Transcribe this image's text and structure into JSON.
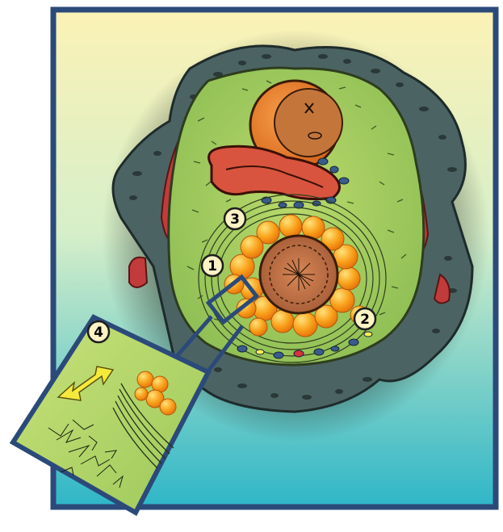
{
  "figure": {
    "kind": "histology cross-section illustration",
    "markers": [
      {
        "id": "marker-1",
        "label": "1"
      },
      {
        "id": "marker-2",
        "label": "2"
      },
      {
        "id": "marker-3",
        "label": "3"
      },
      {
        "id": "marker-4",
        "label": "4"
      }
    ],
    "colors": {
      "frame": "#2b4a7a",
      "bg_top": "#fbf2b6",
      "bg_bottom": "#2fb6c8",
      "bone": "#4b6463",
      "tissue": "#a9cf63",
      "muscle": "#c23b3b",
      "fat": "#f7921e",
      "glandular": "#b5683c",
      "marker_fill": "#fdf3c4",
      "arrow": "#f5ea3c"
    }
  }
}
